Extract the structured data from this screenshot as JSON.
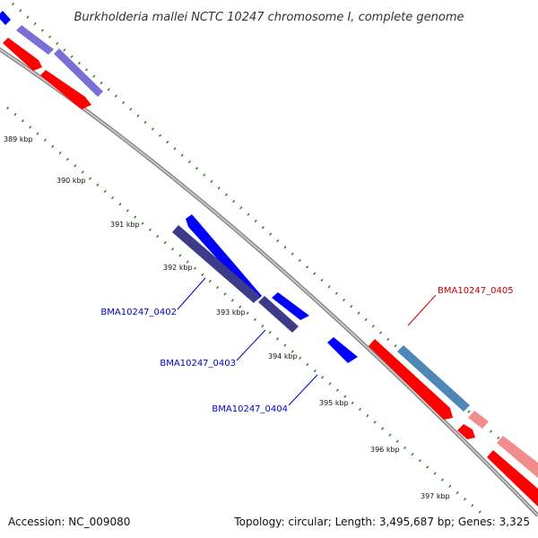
{
  "title": "Burkholderia mallei NCTC 10247 chromosome I, complete genome",
  "footer": {
    "accession": "Accession: NC_009080",
    "summary": "Topology: circular; Length: 3,495,687 bp; Genes: 3,325"
  },
  "scale_labels": [
    "389 kbp",
    "390 kbp",
    "391 kbp",
    "392 kbp",
    "393 kbp",
    "394 kbp",
    "395 kbp",
    "396 kbp",
    "397 kbp"
  ],
  "gene_labels": [
    {
      "text": "BMA10247_0402",
      "color": "#0000cc"
    },
    {
      "text": "BMA10247_0403",
      "color": "#0000cc"
    },
    {
      "text": "BMA10247_0404",
      "color": "#0000cc"
    },
    {
      "text": "BMA10247_0405",
      "color": "#cc0000"
    }
  ],
  "colors": {
    "backbone": "#8c8c8c",
    "ticks": "#2e7d1f",
    "forward_cds": "#0000ff",
    "forward_cds_muted": "#7b6fd6",
    "reverse_cds": "#ff0000",
    "reverse_cds_muted": "#f08c8c",
    "dark_cds": "#3d3a8a",
    "steel_cds": "#4f86b8"
  }
}
